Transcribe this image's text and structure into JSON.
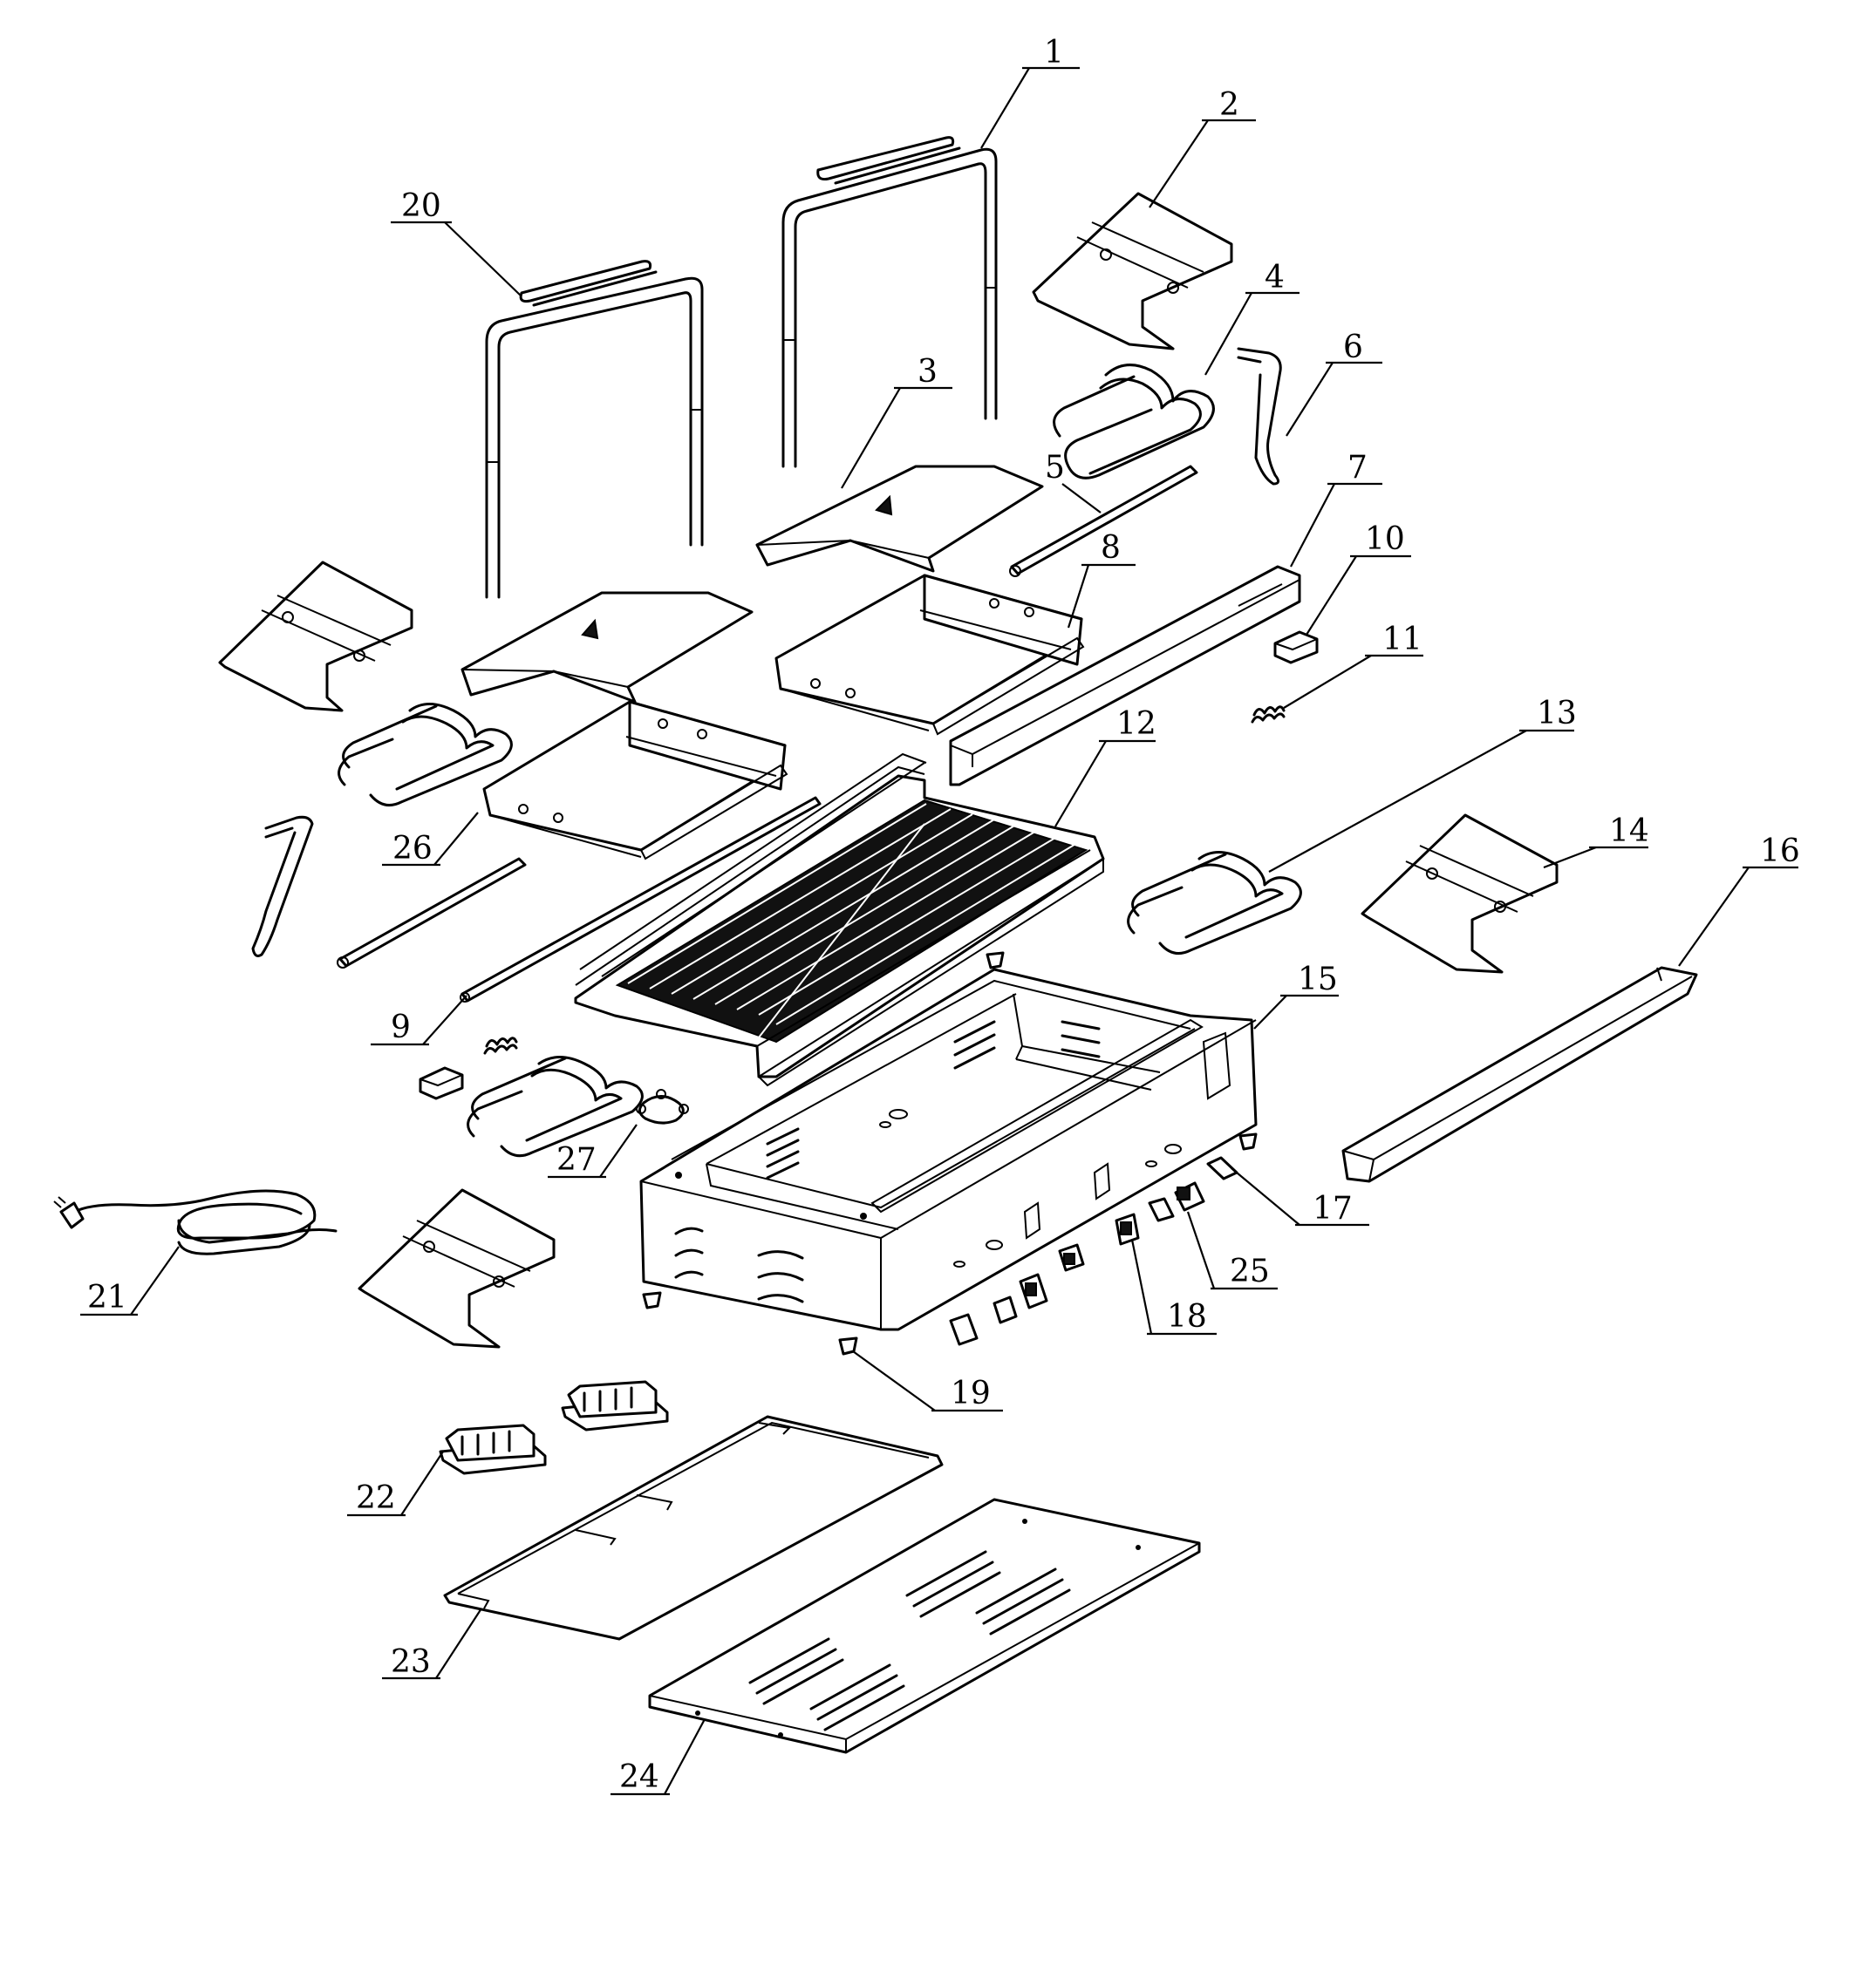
{
  "diagram": {
    "callouts": [
      {
        "id": "c1",
        "label": "1"
      },
      {
        "id": "c2",
        "label": "2"
      },
      {
        "id": "c3",
        "label": "3"
      },
      {
        "id": "c4",
        "label": "4"
      },
      {
        "id": "c5",
        "label": "5"
      },
      {
        "id": "c6",
        "label": "6"
      },
      {
        "id": "c7",
        "label": "7"
      },
      {
        "id": "c8",
        "label": "8"
      },
      {
        "id": "c9",
        "label": "9"
      },
      {
        "id": "c10",
        "label": "10"
      },
      {
        "id": "c11",
        "label": "11"
      },
      {
        "id": "c12",
        "label": "12"
      },
      {
        "id": "c13",
        "label": "13"
      },
      {
        "id": "c14",
        "label": "14"
      },
      {
        "id": "c15",
        "label": "15"
      },
      {
        "id": "c16",
        "label": "16"
      },
      {
        "id": "c17",
        "label": "17"
      },
      {
        "id": "c18",
        "label": "18"
      },
      {
        "id": "c19",
        "label": "19"
      },
      {
        "id": "c20",
        "label": "20"
      },
      {
        "id": "c21",
        "label": "21"
      },
      {
        "id": "c22",
        "label": "22"
      },
      {
        "id": "c23",
        "label": "23"
      },
      {
        "id": "c24",
        "label": "24"
      },
      {
        "id": "c25",
        "label": "25"
      },
      {
        "id": "c26",
        "label": "26"
      },
      {
        "id": "c27",
        "label": "27"
      }
    ]
  }
}
